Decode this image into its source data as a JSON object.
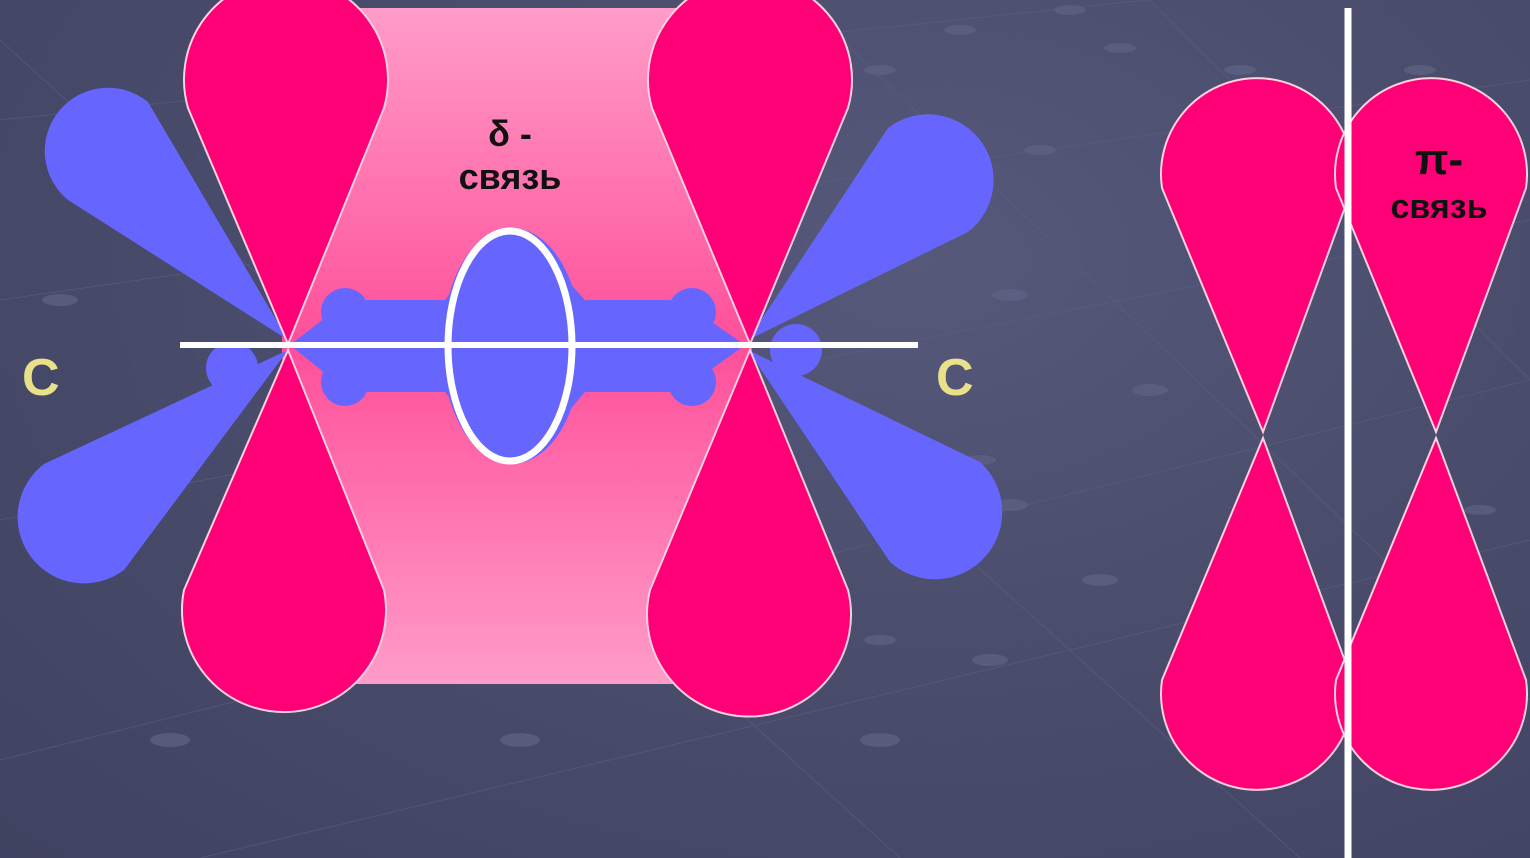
{
  "slide": {
    "atoms": {
      "left": "C",
      "right": "C"
    },
    "sigma_bond": {
      "symbol": "δ -",
      "word": "связь"
    },
    "pi_bond": {
      "symbol": "π-",
      "word": "связь"
    }
  },
  "colors": {
    "background": "#484b6a",
    "p_orbital": "#ff0077",
    "overlap_band": "#ff7fb2",
    "sp_orbital": "#6666ff",
    "axis_line": "#ffffff",
    "atom_text": "#e9e18a",
    "label_text": "#111111"
  }
}
